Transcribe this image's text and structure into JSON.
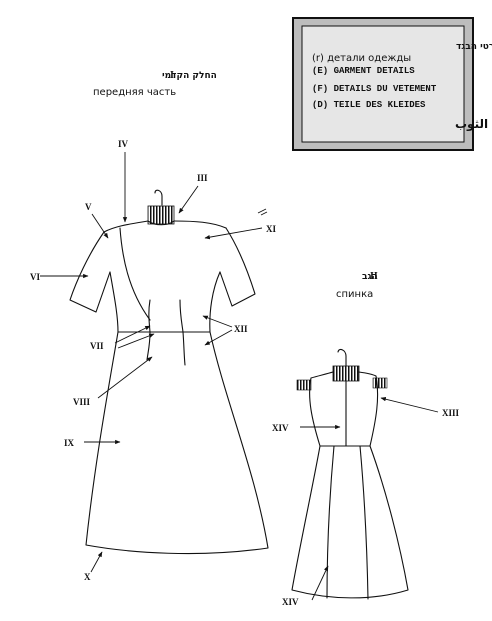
{
  "legend": {
    "hebrew": "פרטי הבגד",
    "russian": "(r) детали одежды",
    "english": "(E) GARMENT DETAILS",
    "french": "(F) DETAILS DU VETEMENT",
    "german": "(D) TEILE DES KLEIDES",
    "arabic": "اجزاء الثوب",
    "border_color": "#111111",
    "background": "#e6e6e6"
  },
  "sections": {
    "front": {
      "numeral": "I",
      "hebrew": "החלק הקדמי",
      "russian": "передняя часть"
    },
    "back": {
      "numeral": "II",
      "hebrew": "הגב",
      "russian": "спинка"
    }
  },
  "labels": {
    "III": "III",
    "IV": "IV",
    "V": "V",
    "VI": "VI",
    "VII": "VII",
    "VIII": "VIII",
    "IX": "IX",
    "X": "X",
    "XI": "XI",
    "XII": "XII",
    "XIII": "XIII",
    "XIV_top": "XIV",
    "XIV_bottom": "XIV"
  }
}
